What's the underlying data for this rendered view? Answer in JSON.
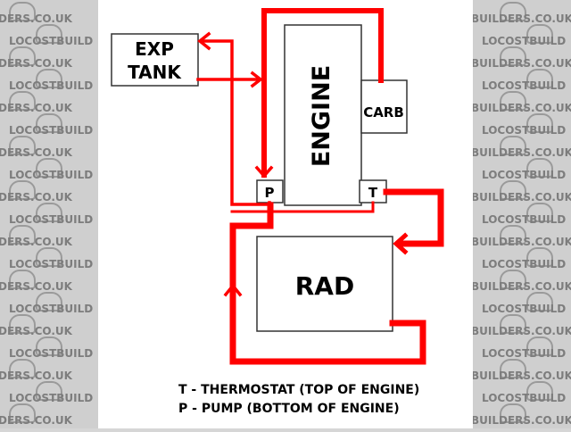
{
  "diagram": {
    "boxes": {
      "exp_tank": [
        "EXP",
        "TANK"
      ],
      "engine": "ENGINE",
      "carb": "CARB",
      "pump": "P",
      "thermostat": "T",
      "radiator": "RAD"
    },
    "legend": [
      "T - THERMOSTAT (TOP OF ENGINE)",
      "P - PUMP (BOTTOM OF ENGINE)"
    ],
    "colors": {
      "pipe": "#ff0000",
      "box_border": "#333333",
      "text": "#000000"
    }
  },
  "watermark": {
    "left_text": "LOCOSTBUILD",
    "right_text": "BUILDERS.CO.UK",
    "left_alt": "DERS.CO.UK"
  }
}
